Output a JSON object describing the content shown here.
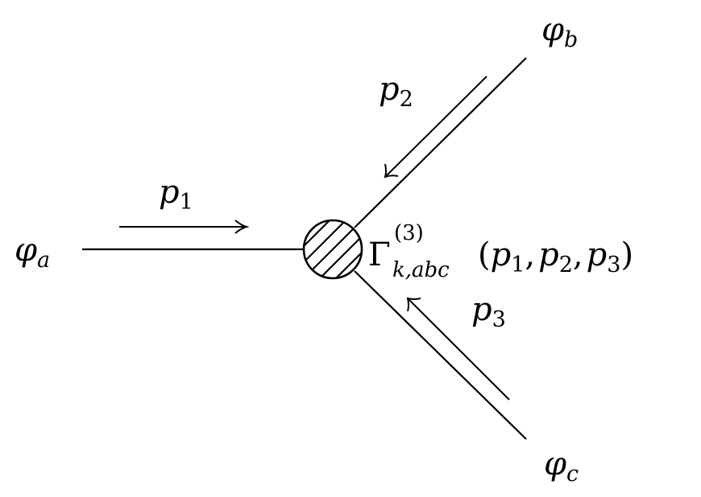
{
  "fields": {
    "a": {
      "symbol": "φ",
      "index": "a"
    },
    "b": {
      "symbol": "φ",
      "index": "b"
    },
    "c": {
      "symbol": "φ",
      "index": "c"
    }
  },
  "momenta": {
    "p1": {
      "symbol": "p",
      "index": "1"
    },
    "p2": {
      "symbol": "p",
      "index": "2"
    },
    "p3": {
      "symbol": "p",
      "index": "3"
    }
  },
  "vertex": {
    "symbol": "Γ",
    "superscript": "(3)",
    "subscript": "k,abc",
    "arguments": "(p1, p2, p3)",
    "open_paren": "(",
    "comma": ",",
    "close_paren": ")",
    "arg_symbol": "p",
    "arg_indices": [
      "1",
      "2",
      "3"
    ]
  },
  "colors": {
    "ink": "#000000",
    "background": "#ffffff"
  }
}
